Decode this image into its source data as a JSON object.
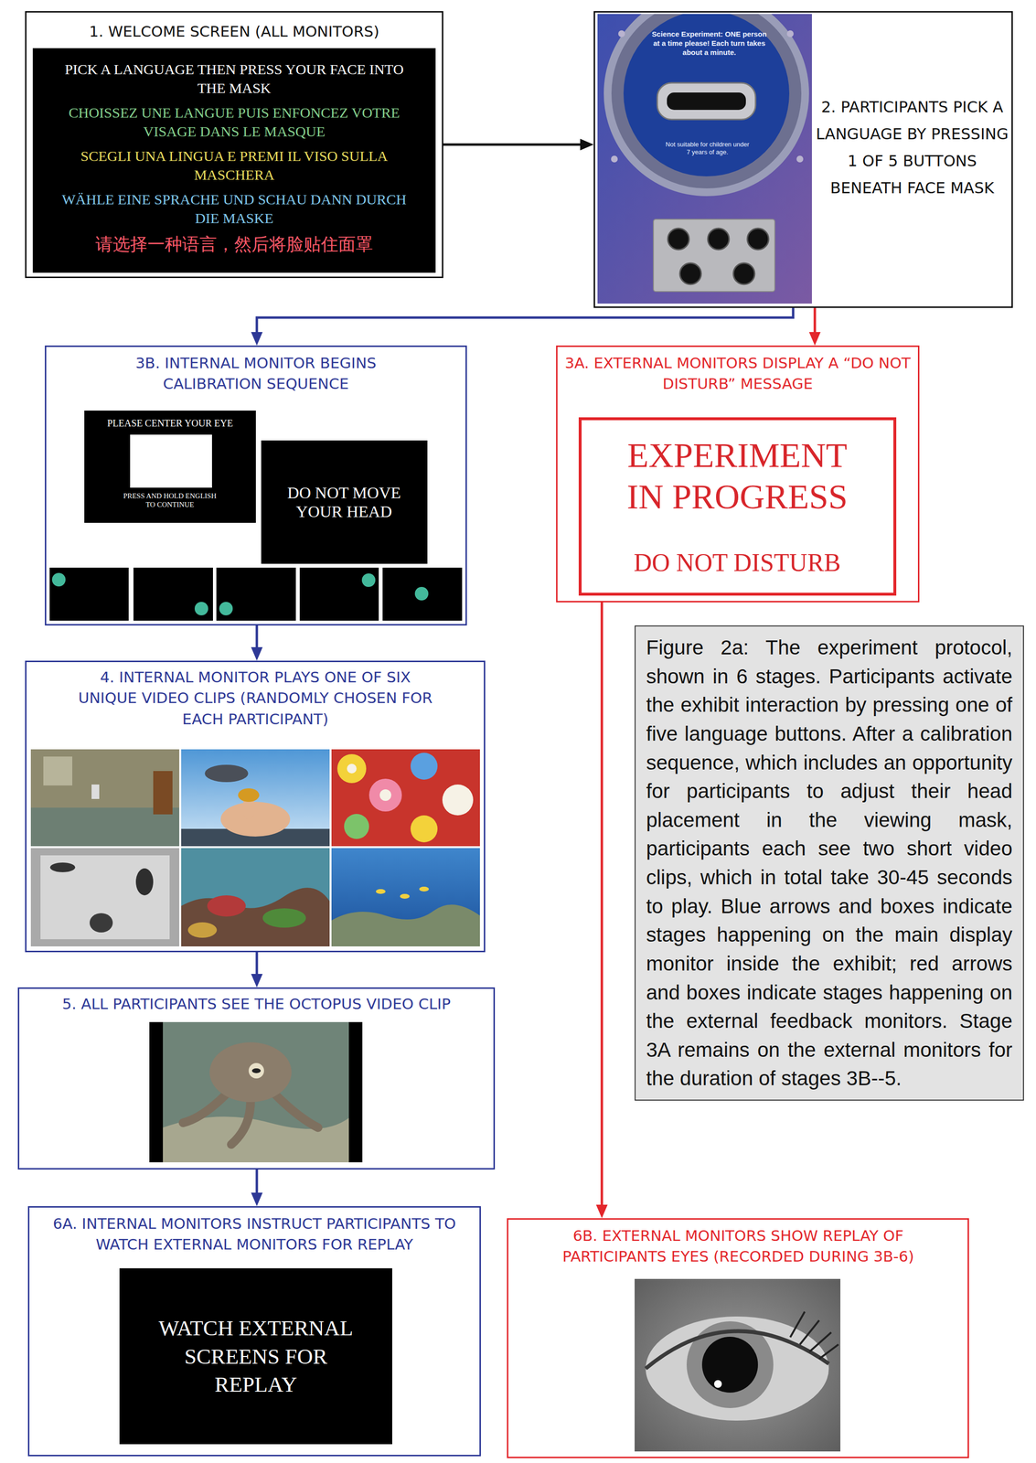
{
  "diagram": {
    "caption": "Figure 2a: The experiment protocol, shown in 6 stages. Participants activate the exhibit interaction by pressing one of five language buttons. After a calibration sequence, which includes an opportunity for participants to adjust their head placement in the viewing mask, participants each see two short video clips, which in total take 30-45 seconds to play. Blue arrows and boxes indicate stages happening on the main display monitor inside the exhibit; red arrows and boxes indicate stages happening on the external feedback monitors. Stage 3A remains on the external monitors for the duration of stages 3B--5.",
    "nodes": [
      {
        "text": [
          "1. WELCOME SCREEN (ALL MONITORS)"
        ]
      },
      {
        "text": [
          "PICK A LANGUAGE THEN PRESS YOUR FACE INTO THE MASK",
          "CHOISSEZ UNE LANGUE PUIS ENFONCEZ VOTRE VISAGE DANS LE MASQUE",
          "SCEGLI UNA LINGUA E PREMI IL VISO SULLA MASCHERA",
          "WÄHLE EINE SPRACHE UND SCHAU DANN DURCH DIE MASKE",
          "请选择一种语言，然后将脸贴住面罩"
        ],
        "in": 0
      },
      {
        "text": [
          "2. PARTICIPANTS PICK A LANGUAGE BY PRESSING 1 OF 5 BUTTONS BENEATH FACE MASK"
        ]
      },
      {
        "text": [
          "3B. INTERNAL MONITOR BEGINS CALIBRATION SEQUENCE"
        ]
      },
      {
        "text": [
          "PLEASE CENTER YOUR EYE",
          "PRESS AND HOLD ENGLISH TO CONTINUE"
        ],
        "in": 3
      },
      {
        "text": [
          "DO NOT MOVE YOUR HEAD"
        ],
        "in": 3
      },
      {
        "text": [
          "3A. EXTERNAL MONITORS DISPLAY A “DO NOT DISTURB” MESSAGE"
        ]
      },
      {
        "text": [
          "EXPERIMENT IN PROGRESS",
          "DO NOT DISTURB"
        ],
        "in": 6
      },
      {
        "text": [
          "4. INTERNAL MONITOR PLAYS ONE OF SIX UNIQUE VIDEO CLIPS (RANDOMLY CHOSEN FOR EACH PARTICIPANT)"
        ]
      },
      {
        "text": [
          "5. ALL PARTICIPANTS SEE THE OCTOPUS VIDEO CLIP"
        ]
      },
      {
        "text": [
          "6A. INTERNAL MONITORS INSTRUCT PARTICIPANTS TO WATCH EXTERNAL MONITORS FOR REPLAY"
        ]
      },
      {
        "text": [
          "WATCH EXTERNAL SCREENS FOR REPLAY"
        ],
        "in": 10
      },
      {
        "text": [
          "6B. EXTERNAL MONITORS SHOW REPLAY OF PARTICIPANTS EYES (RECORDED DURING 3B-6)"
        ]
      }
    ],
    "edges": [
      {
        "from": 0,
        "to": 2,
        "arrow": "to"
      },
      {
        "from": 2,
        "to": 3,
        "arrow": "to"
      },
      {
        "from": 2,
        "to": 6,
        "arrow": "to"
      },
      {
        "from": 3,
        "to": 8,
        "arrow": "to"
      },
      {
        "from": 8,
        "to": 9,
        "arrow": "to"
      },
      {
        "from": 9,
        "to": 10,
        "arrow": "to"
      },
      {
        "from": 6,
        "to": 12,
        "arrow": "to"
      }
    ],
    "labels": [
      "Science Experiment: ONE person at a time please! Each turn takes about a minute.",
      "Not suitable for children under 7 years of age."
    ]
  }
}
